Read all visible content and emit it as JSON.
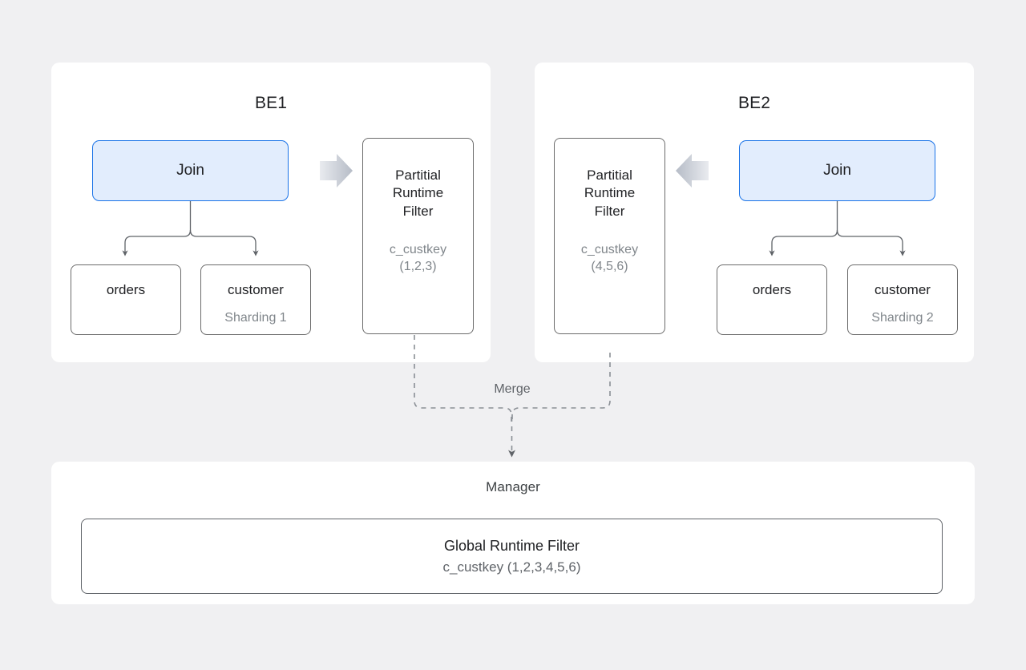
{
  "page": {
    "background_color": "#f0f0f2",
    "card_color": "#ffffff"
  },
  "colors": {
    "accent_border": "#1a73e8",
    "accent_fill": "#e2edfd",
    "node_border": "#6b6b6b",
    "text_primary": "#202124",
    "text_muted": "#80868b",
    "connector": "#5f6368",
    "arrow_gradient_from": "#e8eaee",
    "arrow_gradient_to": "#b9bec9"
  },
  "panels": [
    {
      "id": "be1",
      "title": "BE1",
      "join": {
        "label": "Join"
      },
      "leaves": [
        {
          "name": "orders",
          "sub": ""
        },
        {
          "name": "customer",
          "sub": "Sharding 1"
        }
      ],
      "flow_arrow": {
        "icon": "block-arrow-right-icon",
        "direction": "right"
      },
      "partial_filter": {
        "title_lines": [
          "Partitial",
          "Runtime",
          "Filter"
        ],
        "key": "c_custkey",
        "values": "(1,2,3)"
      }
    },
    {
      "id": "be2",
      "title": "BE2",
      "join": {
        "label": "Join"
      },
      "leaves": [
        {
          "name": "orders",
          "sub": ""
        },
        {
          "name": "customer",
          "sub": "Sharding 2"
        }
      ],
      "flow_arrow": {
        "icon": "block-arrow-left-icon",
        "direction": "left"
      },
      "partial_filter": {
        "title_lines": [
          "Partitial",
          "Runtime",
          "Filter"
        ],
        "key": "c_custkey",
        "values": "(4,5,6)"
      }
    }
  ],
  "merge": {
    "label": "Merge",
    "line_style": "dashed"
  },
  "manager": {
    "title": "Manager",
    "global_filter": {
      "title": "Global Runtime Filter",
      "detail": "c_custkey  (1,2,3,4,5,6)"
    }
  }
}
